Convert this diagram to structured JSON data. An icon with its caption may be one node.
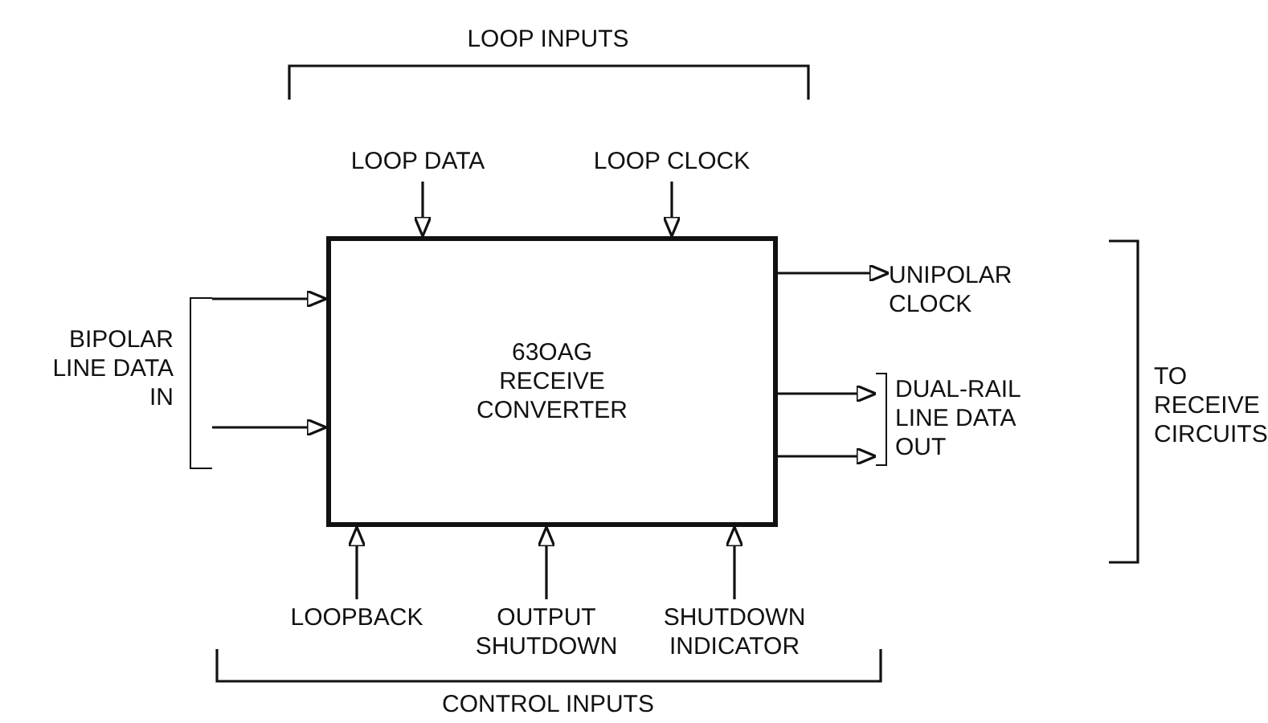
{
  "diagram": {
    "nodes": [
      {
        "text": [
          "63OAG RECEIVE CONVERTER"
        ]
      },
      {
        "text": [
          "LOOP DATA"
        ]
      },
      {
        "text": [
          "LOOP CLOCK"
        ]
      },
      {
        "text": [
          "UNIPOLAR CLOCK"
        ]
      },
      {
        "text": [
          "LOOPBACK"
        ]
      },
      {
        "text": [
          "OUTPUT SHUTDOWN"
        ]
      },
      {
        "text": [
          "SHUTDOWN INDICATOR"
        ]
      },
      {
        "text": [
          "BIPOLAR LINE DATA IN"
        ]
      },
      {
        "text": [
          "DUAL-RAIL LINE DATA OUT"
        ]
      }
    ],
    "edges": [
      {
        "from": 1,
        "to": 0,
        "arrow": "to"
      },
      {
        "from": 2,
        "to": 0,
        "arrow": "to"
      },
      {
        "from": 7,
        "to": 0,
        "arrow": "to"
      },
      {
        "from": 7,
        "to": 0,
        "arrow": "to"
      },
      {
        "from": 0,
        "to": 3,
        "arrow": "to"
      },
      {
        "from": 0,
        "to": 8,
        "arrow": "to"
      },
      {
        "from": 0,
        "to": 8,
        "arrow": "to"
      },
      {
        "from": 4,
        "to": 0,
        "arrow": "to"
      },
      {
        "from": 5,
        "to": 0,
        "arrow": "to"
      },
      {
        "from": 6,
        "to": 0,
        "arrow": "to"
      }
    ],
    "labels": [
      "LOOP INPUTS",
      "TO RECEIVE CIRCUITS",
      "CONTROL INPUTS"
    ]
  }
}
